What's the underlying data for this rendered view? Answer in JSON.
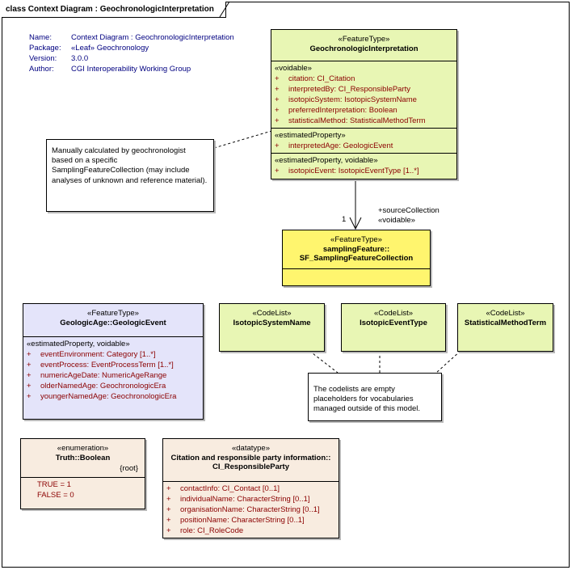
{
  "frame_title": "class Context Diagram : GeochronologicInterpretation",
  "meta": [
    {
      "key": "Name:",
      "value": "Context Diagram : GeochronologicInterpretation"
    },
    {
      "key": "Package:",
      "value": "«Leaf» Geochronology"
    },
    {
      "key": "Version:",
      "value": "3.0.0"
    },
    {
      "key": "Author:",
      "value": "CGI Interoperability Working Group"
    }
  ],
  "main_class": {
    "stereotype": "«FeatureType»",
    "name": "GeochronologicInterpretation",
    "sections": [
      {
        "title": "«voidable»",
        "attrs": [
          "citation:  CI_Citation",
          "interpretedBy:  CI_ResponsibleParty",
          "isotopicSystem:  IsotopicSystemName",
          "preferredInterpretation:  Boolean",
          "statisticalMethod:  StatisticalMethodTerm"
        ]
      },
      {
        "title": "«estimatedProperty»",
        "attrs": [
          "interpretedAge:  GeologicEvent"
        ]
      },
      {
        "title": "«estimatedProperty, voidable»",
        "attrs": [
          "isotopicEvent:  IsotopicEventType [1..*]"
        ]
      }
    ]
  },
  "note_left": "Manually calculated by geochronologist based on a specific SamplingFeatureCollection (may include analyses of unknown and reference material).",
  "association": {
    "multiplicity": "1",
    "role": "+sourceCollection",
    "role_stereotype": "«voidable»"
  },
  "sampling_class": {
    "stereotype": "«FeatureType»",
    "name_line1": "samplingFeature::",
    "name_line2": "SF_SamplingFeatureCollection"
  },
  "geologic_event": {
    "stereotype": "«FeatureType»",
    "name": "GeologicAge::GeologicEvent",
    "section_title": "«estimatedProperty, voidable»",
    "attrs": [
      "eventEnvironment:  Category [1..*]",
      "eventProcess:  EventProcessTerm [1..*]",
      "numericAgeDate:  NumericAgeRange",
      "olderNamedAge:  GeochronologicEra",
      "youngerNamedAge:  GeochronologicEra"
    ]
  },
  "codelists": [
    {
      "stereotype": "«CodeList»",
      "name": "IsotopicSystemName"
    },
    {
      "stereotype": "«CodeList»",
      "name": "IsotopicEventType"
    },
    {
      "stereotype": "«CodeList»",
      "name": "StatisticalMethodTerm"
    }
  ],
  "note_codelists": "The codelists are empty placeholders for vocabularies managed outside of this model.",
  "boolean_enum": {
    "stereotype": "«enumeration»",
    "name": "Truth::Boolean",
    "tag": "{root}",
    "literals": [
      "TRUE = 1",
      "FALSE = 0"
    ]
  },
  "responsible_party": {
    "stereotype": "«datatype»",
    "name_line1": "Citation and responsible party information::",
    "name_line2": "CI_ResponsibleParty",
    "attrs": [
      "contactInfo:  CI_Contact [0..1]",
      "individualName:  CharacterString [0..1]",
      "organisationName:  CharacterString [0..1]",
      "positionName:  CharacterString [0..1]",
      "role:  CI_RoleCode"
    ]
  },
  "plus_sign": "+"
}
